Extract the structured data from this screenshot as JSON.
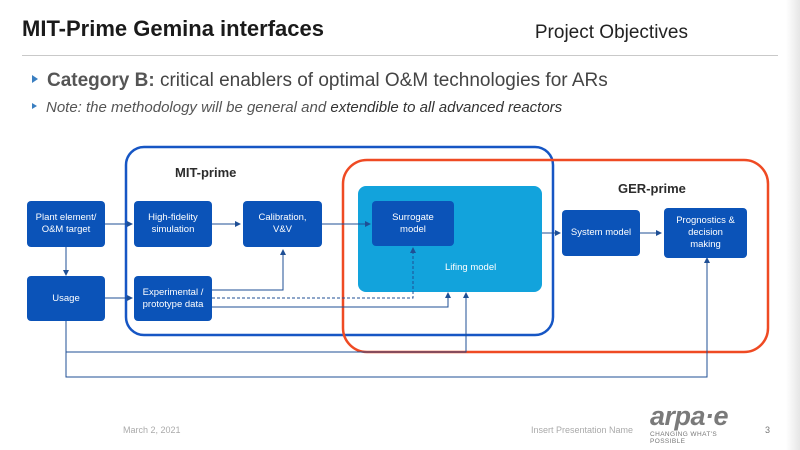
{
  "slide": {
    "title": "MIT-Prime Gemina interfaces",
    "section": "Project Objectives"
  },
  "bullets": {
    "b1_bold": "Category B:",
    "b1_rest": " critical enablers of optimal O&M technologies for ARs",
    "b2_part1": "Note: the methodology will be general and ",
    "b2_part2": "extendible to all advanced reactors"
  },
  "diagram": {
    "regions": {
      "mit_prime": "MIT-prime",
      "ger_prime": "GER-prime"
    },
    "nodes": {
      "plant_element": "Plant element/\nO&M target",
      "high_fidelity": "High-fidelity\nsimulation",
      "calibration": "Calibration,\nV&V",
      "surrogate": "Surrogate\nmodel",
      "usage": "Usage",
      "experimental": "Experimental  /\nprototype data",
      "lifing_model": "Lifing model",
      "system_model": "System model",
      "prognostics": "Prognostics &\ndecision\nmaking"
    },
    "colors": {
      "node_fill": "#0b53b8",
      "lifing_fill": "#12a3dc",
      "mit_border": "#1656c4",
      "ger_border": "#ef4a23",
      "arrow": "#1f4f95"
    }
  },
  "footer": {
    "date": "March 2, 2021",
    "presentation_name": "Insert Presentation Name",
    "logo": "arpa·e",
    "tagline": "CHANGING WHAT'S POSSIBLE",
    "page": "3"
  }
}
